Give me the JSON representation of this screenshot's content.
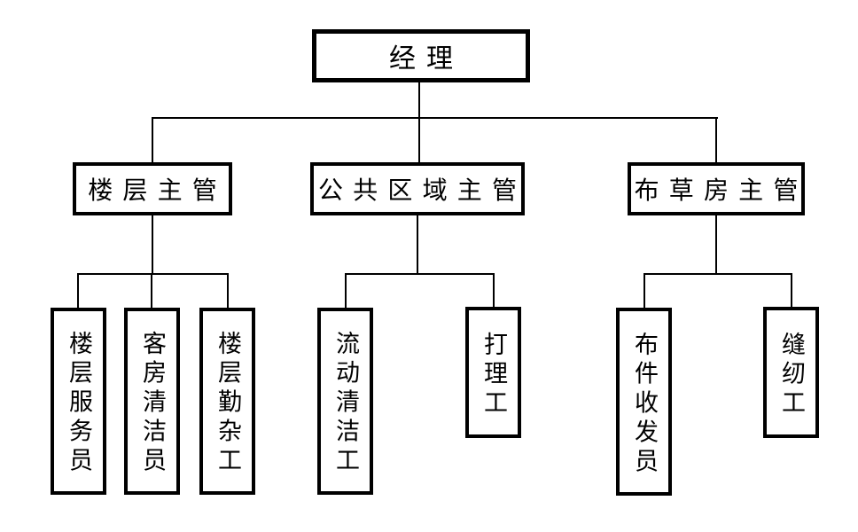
{
  "diagram": {
    "type": "org-chart",
    "language": "zh",
    "nodes": {
      "manager": {
        "label": "经理",
        "level": 1
      },
      "floor_supervisor": {
        "label": "楼层主管",
        "level": 2
      },
      "public_area_supervisor": {
        "label": "公共区域主管",
        "level": 2
      },
      "linen_room_supervisor": {
        "label": "布草房主管",
        "level": 2
      },
      "floor_attendant": {
        "label": "楼层服务员",
        "level": 3
      },
      "room_cleaner": {
        "label": "客房清洁员",
        "level": 3
      },
      "floor_handyman": {
        "label": "楼层勤杂工",
        "level": 3
      },
      "mobile_cleaner": {
        "label": "流动清洁工",
        "level": 3
      },
      "polisher": {
        "label": "打理工",
        "level": 3
      },
      "linen_clerk": {
        "label": "布件收发员",
        "level": 3
      },
      "sewing_worker": {
        "label": "缝纫工",
        "level": 3
      }
    },
    "edges": [
      {
        "from": "manager",
        "to": "floor_supervisor"
      },
      {
        "from": "manager",
        "to": "public_area_supervisor"
      },
      {
        "from": "manager",
        "to": "linen_room_supervisor"
      },
      {
        "from": "floor_supervisor",
        "to": "floor_attendant"
      },
      {
        "from": "floor_supervisor",
        "to": "room_cleaner"
      },
      {
        "from": "floor_supervisor",
        "to": "floor_handyman"
      },
      {
        "from": "public_area_supervisor",
        "to": "mobile_cleaner"
      },
      {
        "from": "public_area_supervisor",
        "to": "polisher"
      },
      {
        "from": "linen_room_supervisor",
        "to": "linen_clerk"
      },
      {
        "from": "linen_room_supervisor",
        "to": "sewing_worker"
      }
    ],
    "colors": {
      "line": "#000000",
      "box_border": "#000000",
      "box_fill": "#ffffff",
      "text": "#000000",
      "background": "#ffffff"
    }
  }
}
